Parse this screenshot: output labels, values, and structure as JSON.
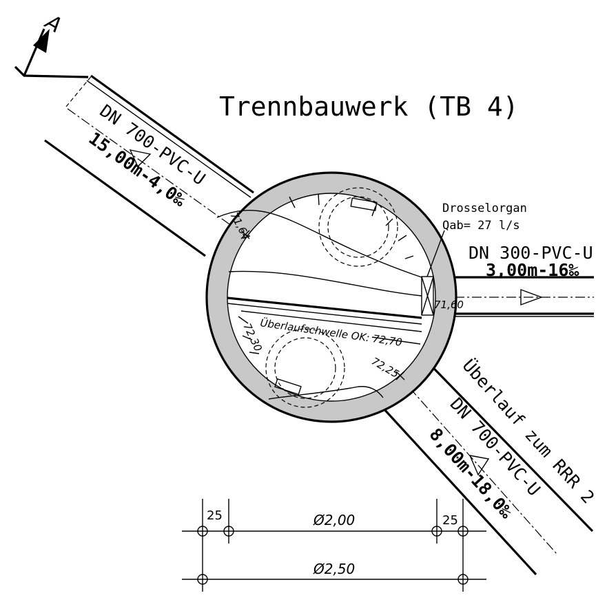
{
  "title": "Trennbauwerk (TB 4)",
  "section_marker": "A",
  "pipes": {
    "inlet": {
      "label": "DN 700-PVC-U",
      "length_slope": "15,00m-4,0‰"
    },
    "outlet": {
      "label": "DN 300-PVC-U",
      "length_slope": "3,00m-16‰"
    },
    "overflow": {
      "label": "DN 700-PVC-U",
      "length_slope": "8,00m-18,0‰",
      "destination": "Überlauf zum RRR 2"
    }
  },
  "throttle": {
    "name": "Drosselorgan",
    "flow": "Qab= 27 l/s"
  },
  "levels": {
    "inlet_invert": "71,64",
    "outlet_invert": "71,60",
    "overflow_invert": "72,25",
    "floor_level": "72,30",
    "weir": "Überlaufschwelle OK: 72,70"
  },
  "dimensions": {
    "inner_diameter": "Ø2,00",
    "outer_diameter": "Ø2,50",
    "wall_left": "25",
    "wall_right": "25"
  }
}
